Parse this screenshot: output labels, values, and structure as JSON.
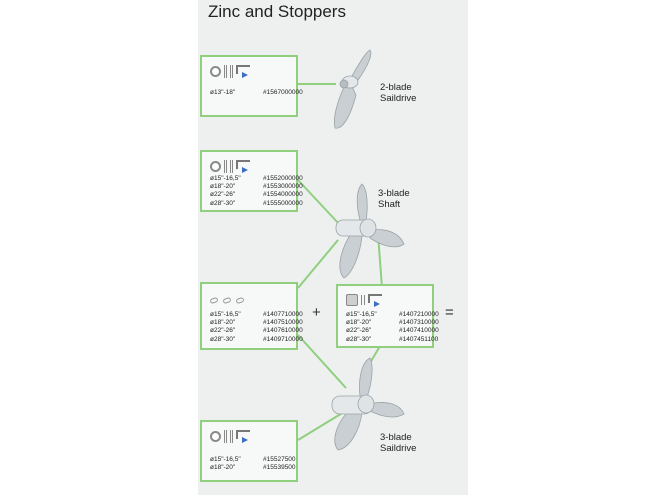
{
  "title": "Zinc and Stoppers",
  "icons": {
    "ring": "zinc-ring-icon",
    "pin": "split-pin-icon",
    "key": "allen-key-icon",
    "arrow": "blue-arrow-icon"
  },
  "colors": {
    "connector": "#8fcf7e",
    "arrow": "#3a6fc4"
  },
  "saildrive2": {
    "label_line1": "2-blade",
    "label_line2": "Saildrive",
    "rows": [
      {
        "size": "ø13\"-18\"",
        "part": "#1567000000"
      }
    ]
  },
  "shaft3": {
    "label_line1": "3-blade",
    "label_line2": "Shaft",
    "rows": [
      {
        "size": "ø15\"-16,5\"",
        "part": "#1552000000"
      },
      {
        "size": "ø18\"-20\"",
        "part": "#1553000000"
      },
      {
        "size": "ø22\"-26\"",
        "part": "#1554000000"
      },
      {
        "size": "ø28\"-30\"",
        "part": "#1555000000"
      }
    ]
  },
  "combo_left": {
    "rows": [
      {
        "size": "ø15\"-16,5\"",
        "part": "#1407710000"
      },
      {
        "size": "ø18\"-20\"",
        "part": "#1407510000"
      },
      {
        "size": "ø22\"-26\"",
        "part": "#1407610000"
      },
      {
        "size": "ø28\"-30\"",
        "part": "#1409710000"
      }
    ]
  },
  "combo_right": {
    "rows": [
      {
        "size": "ø15\"-16,5\"",
        "part": "#1407210000"
      },
      {
        "size": "ø18\"-20\"",
        "part": "#1407310000"
      },
      {
        "size": "ø22\"-26\"",
        "part": "#1407410000"
      },
      {
        "size": "ø28\"-30\"",
        "part": "#1407451100"
      }
    ]
  },
  "operators": {
    "plus": "+",
    "equals": "="
  },
  "saildrive3": {
    "label_line1": "3-blade",
    "label_line2": "Saildrive",
    "rows": [
      {
        "size": "ø15\"-16,5\"",
        "part": "#15527500"
      },
      {
        "size": "ø18\"-20\"",
        "part": "#15539500"
      }
    ]
  }
}
